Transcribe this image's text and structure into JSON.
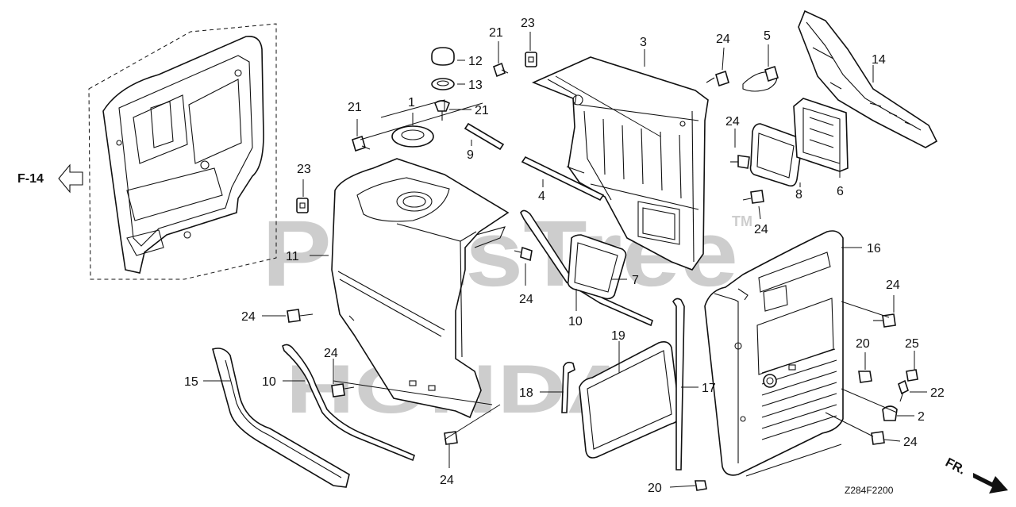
{
  "watermark": {
    "brand": "PartsTree",
    "trademark": "TM",
    "logo": "HONDA"
  },
  "reference": {
    "label": "F-14"
  },
  "orientation": {
    "label": "FR."
  },
  "diagram_code": "Z284F2200",
  "callouts": {
    "c1": "1",
    "c2": "2",
    "c3": "3",
    "c4": "4",
    "c5": "5",
    "c6": "6",
    "c7": "7",
    "c8": "8",
    "c9": "9",
    "c10a": "10",
    "c10b": "10",
    "c11": "11",
    "c12": "12",
    "c13": "13",
    "c14": "14",
    "c15": "15",
    "c16": "16",
    "c17": "17",
    "c18": "18",
    "c19": "19",
    "c20a": "20",
    "c20b": "20",
    "c21a": "21",
    "c21b": "21",
    "c21c": "21",
    "c22": "22",
    "c23a": "23",
    "c23b": "23",
    "c24a": "24",
    "c24b": "24",
    "c24c": "24",
    "c24d": "24",
    "c24e": "24",
    "c24f": "24",
    "c24g": "24",
    "c24h": "24",
    "c24i": "24",
    "c25": "25"
  },
  "colors": {
    "line": "#111111",
    "watermark": "#bdbdbd",
    "background": "#ffffff"
  }
}
